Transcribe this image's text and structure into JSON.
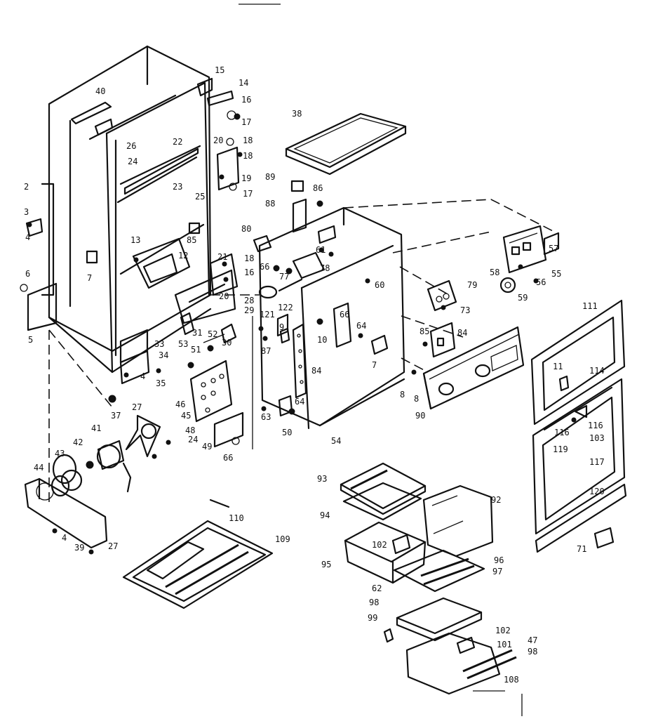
{
  "labels": [
    "40",
    "15",
    "14",
    "16",
    "17",
    "26",
    "22",
    "20",
    "18",
    "18",
    "19",
    "23",
    "24",
    "25",
    "17",
    "2",
    "3",
    "4",
    "7",
    "13",
    "12",
    "85",
    "6",
    "5",
    "21",
    "18",
    "16",
    "20",
    "28",
    "29",
    "33",
    "34",
    "35",
    "4",
    "31",
    "53",
    "51",
    "52",
    "30",
    "37",
    "27",
    "46",
    "45",
    "41",
    "42",
    "43",
    "44",
    "48",
    "49",
    "66",
    "24",
    "39",
    "27",
    "4",
    "110",
    "109",
    "38",
    "89",
    "86",
    "88",
    "80",
    "61",
    "66",
    "77",
    "78",
    "121",
    "122",
    "60",
    "9",
    "87",
    "10",
    "66",
    "64",
    "84",
    "7",
    "8",
    "63",
    "50",
    "64",
    "54",
    "79",
    "73",
    "58",
    "56",
    "57",
    "55",
    "59",
    "85",
    "84",
    "90",
    "8",
    "111",
    "11",
    "114",
    "116",
    "116",
    "103",
    "119",
    "117",
    "120",
    "71",
    "93",
    "94",
    "92",
    "95",
    "102",
    "96",
    "97",
    "62",
    "98",
    "99",
    "102",
    "101",
    "47",
    "98",
    "108"
  ]
}
